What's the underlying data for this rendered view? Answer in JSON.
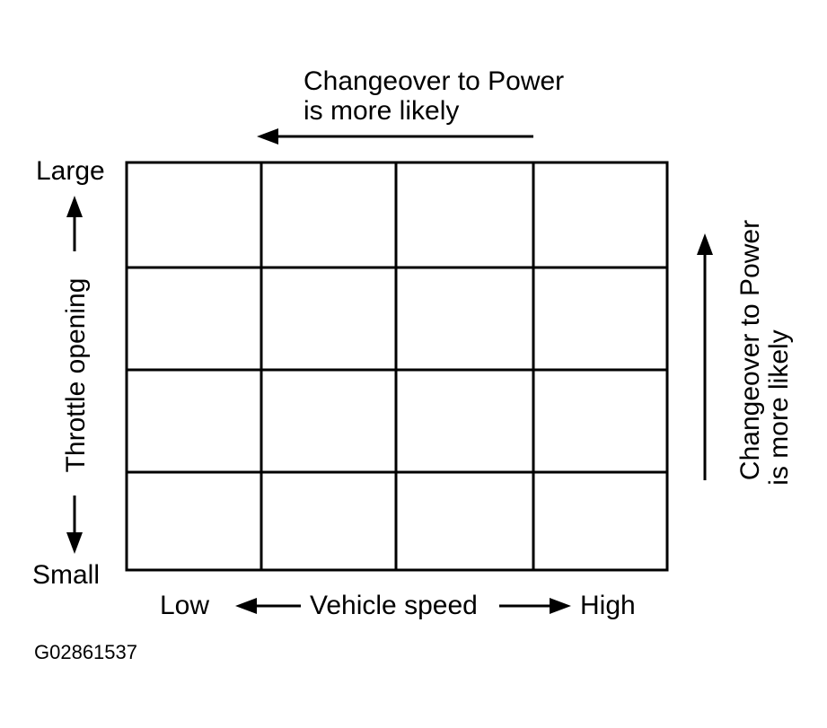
{
  "top_annotation": {
    "line1": "Changeover to Power",
    "line2": "is more likely",
    "direction": "left"
  },
  "right_annotation": {
    "line1": "Changeover to Power",
    "line2": "is more likely",
    "direction": "up"
  },
  "y_axis": {
    "label": "Throttle opening",
    "top": "Large",
    "bottom": "Small"
  },
  "x_axis": {
    "label": "Vehicle speed",
    "left": "Low",
    "right": "High"
  },
  "grid": {
    "columns": 4,
    "rows": 4
  },
  "figure_id": "G02861537",
  "colors": {
    "ink": "#000000",
    "background": "#ffffff"
  }
}
